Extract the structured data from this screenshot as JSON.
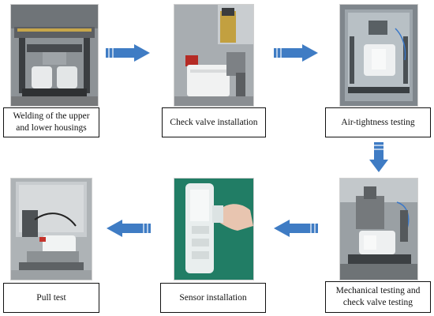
{
  "steps": [
    {
      "caption": "Welding of the upper and lower housings"
    },
    {
      "caption": "Check valve installation"
    },
    {
      "caption": "Air-tightness testing"
    },
    {
      "caption": "Mechanical testing and check valve testing"
    },
    {
      "caption": "Sensor installation"
    },
    {
      "caption": "Pull test"
    }
  ],
  "colors": {
    "arrow": "#3f7cc4",
    "caption_border": "#111111"
  }
}
